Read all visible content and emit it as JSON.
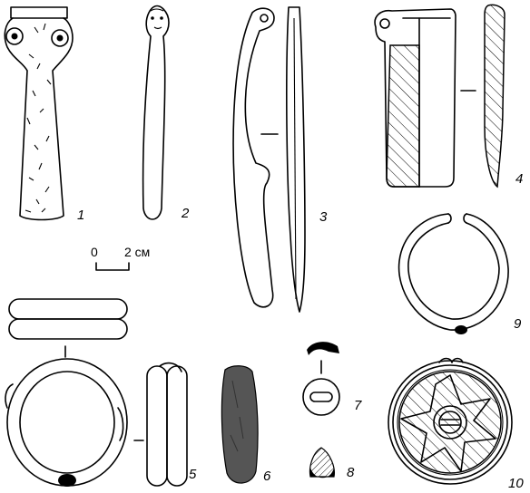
{
  "figure_numbers": [
    "1",
    "2",
    "3",
    "4",
    "5",
    "6",
    "7",
    "8",
    "9",
    "10"
  ],
  "scale_bar": {
    "left_label": "0",
    "right_label": "2 см"
  },
  "colors": {
    "ink": "#000000",
    "paper": "#ffffff",
    "stone": "#555555"
  }
}
